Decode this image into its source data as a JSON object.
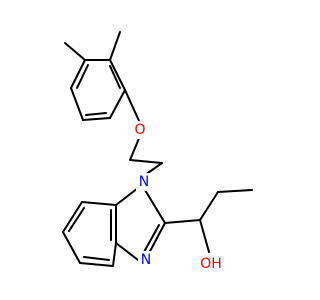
{
  "molecule": {
    "colors": {
      "bond": "#000000",
      "oxygen": "#ff0000",
      "nitrogen": "#0000ff",
      "background": "#ffffff"
    },
    "atoms": {
      "ether_oxygen": "O",
      "ring_nitrogen": "N",
      "imine_nitrogen": "N",
      "hydroxyl": "OH"
    }
  }
}
